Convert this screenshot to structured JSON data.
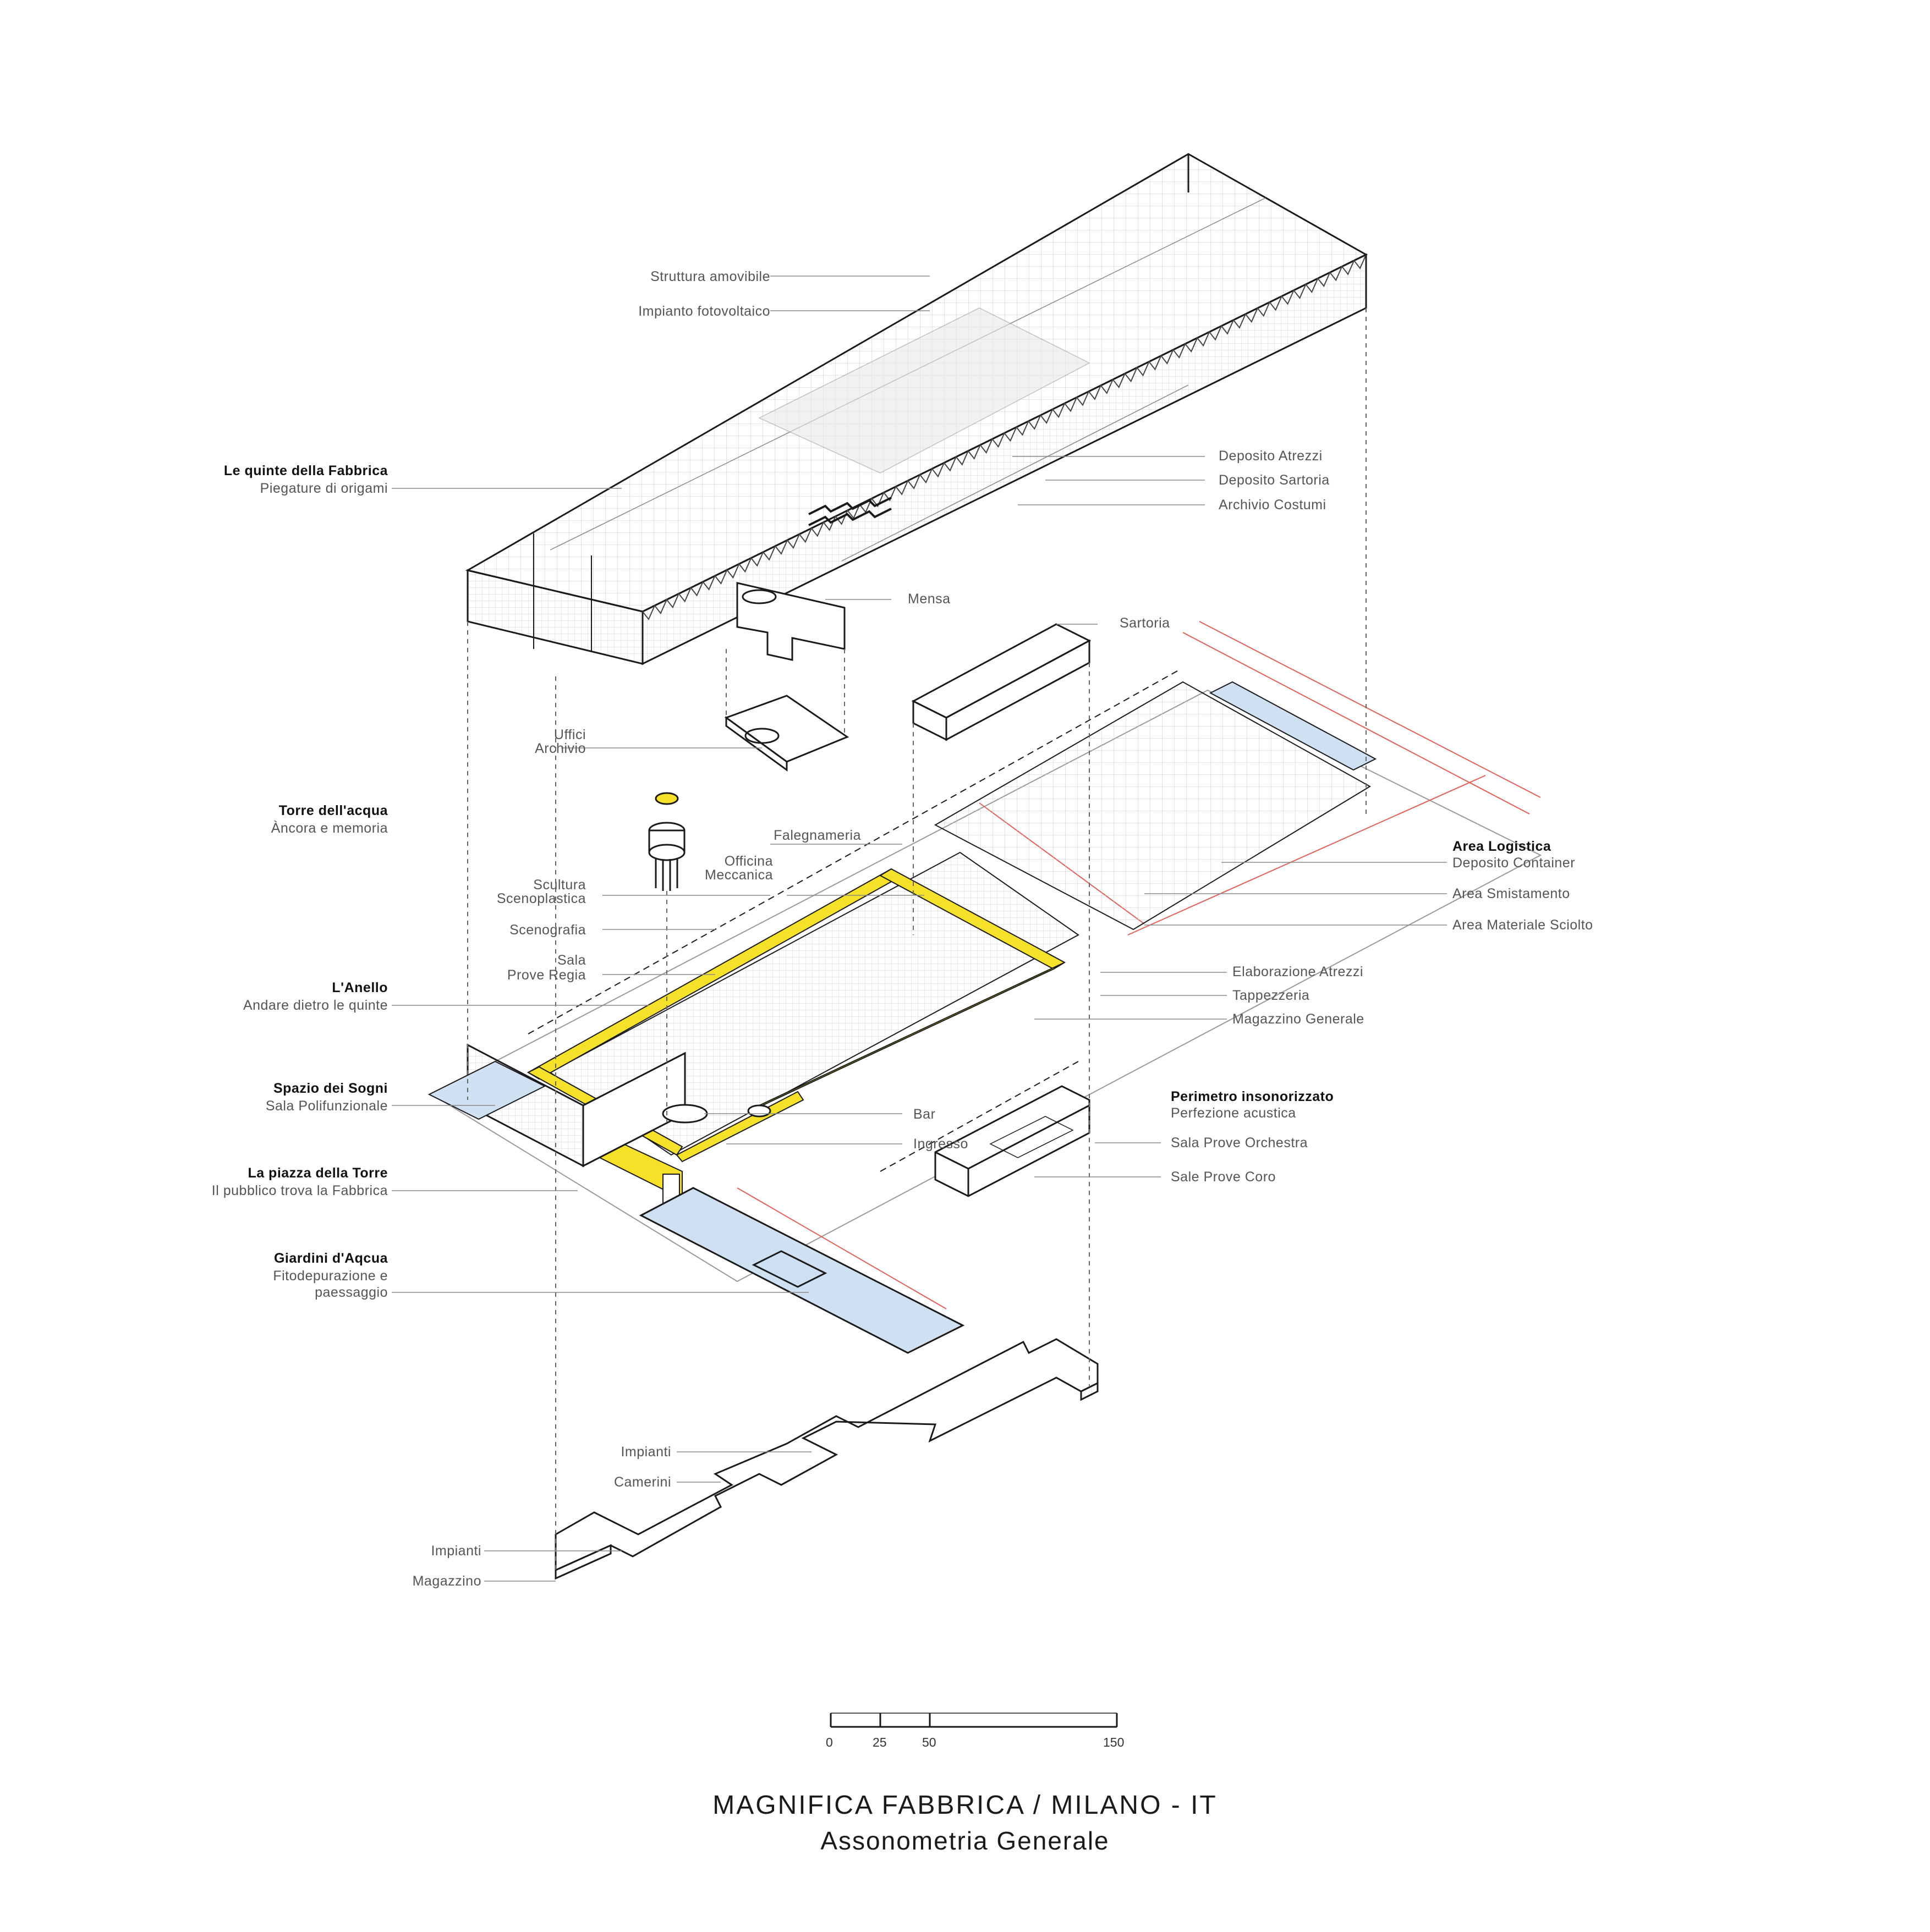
{
  "labels": {
    "struttura": "Struttura  amovibile",
    "fotovoltaico": "Impianto fotovoltaico",
    "quinte_title": "Le quinte della Fabbrica",
    "quinte_sub": "Piegature di origami",
    "deposito_atrezzi": "Deposito Atrezzi",
    "deposito_sartoria": "Deposito Sartoria",
    "archivio_costumi": "Archivio Costumi",
    "mensa": "Mensa",
    "sartoria": "Sartoria",
    "uffici": "Uffici",
    "archivio": "Archivio",
    "torre_title": "Torre dell'acqua",
    "torre_sub": "Àncora e memoria",
    "falegnameria": "Falegnameria",
    "officina": "Officina",
    "meccanica": "Meccanica",
    "scultura": "Scultura",
    "scenoplastica": "Scenoplastica",
    "scenografia": "Scenografia",
    "sala": "Sala",
    "prove_regia": "Prove Regia",
    "anello_title": "L'Anello",
    "anello_sub": "Andare dietro le quinte",
    "sogni_title": "Spazio dei Sogni",
    "sogni_sub": "Sala Polifunzionale",
    "piazza_title": "La piazza della Torre",
    "piazza_sub": "Il pubblico trova la Fabbrica",
    "giardini_title": "Giardini d'Aqcua",
    "giardini_sub1": "Fitodepurazione e",
    "giardini_sub2": "paessaggio",
    "logistica_title": "Area Logistica",
    "logistica_sub": "Deposito Container",
    "smistamento": "Area Smistamento",
    "materiale_sciolto": "Area Materiale Sciolto",
    "elaborazione": "Elaborazione Atrezzi",
    "tappezzeria": "Tappezzeria",
    "magazzino_generale": "Magazzino Generale",
    "perimetro_title": "Perimetro insonorizzato",
    "perimetro_sub": "Perfezione acustica",
    "orchestra": "Sala Prove Orchestra",
    "coro": "Sale Prove Coro",
    "bar": "Bar",
    "ingresso": "Ingresso",
    "impianti_top": "Impianti",
    "camerini": "Camerini",
    "impianti_bottom": "Impianti",
    "magazzino": "Magazzino"
  },
  "scale_bar": {
    "ticks": [
      "0",
      "25",
      "50",
      "150"
    ]
  },
  "title": {
    "main": "MAGNIFICA FABBRICA / MILANO - IT",
    "sub": "Assonometria Generale"
  },
  "colors": {
    "line": "#1a1a1a",
    "leader": "#8a8a8a",
    "accent_yellow": "#f5e12a",
    "water_blue": "#cfe0f2",
    "street_red": "#e0605a",
    "grid_gray": "#bdbdbd"
  }
}
